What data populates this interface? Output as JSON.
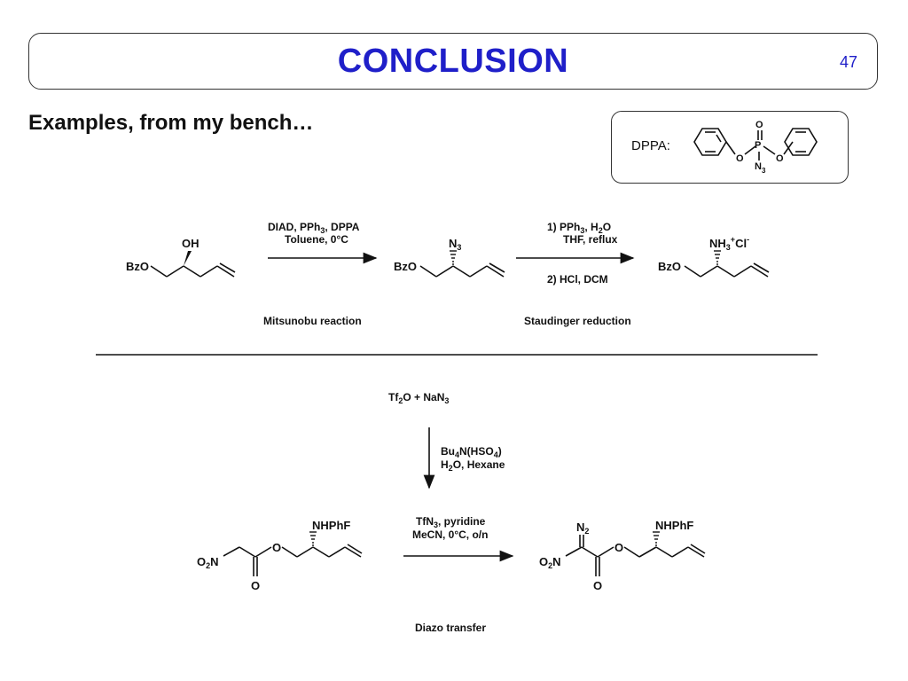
{
  "slide": {
    "title": "CONCLUSION",
    "page_number": "47",
    "subtitle": "Examples, from my bench…"
  },
  "dppa": {
    "label": "DPPA:",
    "atom_O_double": "O",
    "atom_P": "P",
    "atom_O_left": "O",
    "atom_O_right": "O",
    "atom_N": "N",
    "atom_N_sub": "3"
  },
  "scheme1": {
    "mol1": {
      "BzO": "BzO",
      "OH": "OH"
    },
    "step1": {
      "line1": "DIAD, PPh",
      "line1_sub": "3",
      "line1_end": ", DPPA",
      "line2": "Toluene, 0°C",
      "caption": "Mitsunobu reaction"
    },
    "mol2": {
      "BzO": "BzO",
      "N": "N",
      "N_sub": "3"
    },
    "step2": {
      "line1": "1) PPh",
      "line1_sub": "3",
      "line1_mid": ", H",
      "line1_sub2": "2",
      "line1_end": "O",
      "line2": "THF, reflux",
      "line3": "2) HCl, DCM",
      "caption": "Staudinger reduction"
    },
    "mol3": {
      "BzO": "BzO",
      "NH": "NH",
      "NH_sub": "3",
      "plus": "+",
      "Cl": "Cl",
      "minus": "-"
    }
  },
  "scheme2": {
    "reagent": {
      "Tf": "Tf",
      "sub2": "2",
      "mid": "O + NaN",
      "sub3": "3"
    },
    "vstep": {
      "l1a": "Bu",
      "l1s1": "4",
      "l1b": "N(HSO",
      "l1s2": "4",
      "l1c": ")",
      "l2a": "H",
      "l2s": "2",
      "l2b": "O, Hexane"
    },
    "mol4": {
      "O2N_a": "O",
      "O2N_s": "2",
      "O2N_b": "N",
      "O_ester": "O",
      "O_carbonyl": "O",
      "NHPhF": "NHPhF"
    },
    "step3": {
      "l1a": "TfN",
      "l1s": "3",
      "l1b": ", pyridine",
      "line2": "MeCN, 0°C, o/n",
      "caption": "Diazo transfer"
    },
    "mol5": {
      "N2_a": "N",
      "N2_s": "2",
      "O2N_a": "O",
      "O2N_s": "2",
      "O2N_b": "N",
      "O_ester": "O",
      "O_carbonyl": "O",
      "NHPhF": "NHPhF"
    }
  }
}
